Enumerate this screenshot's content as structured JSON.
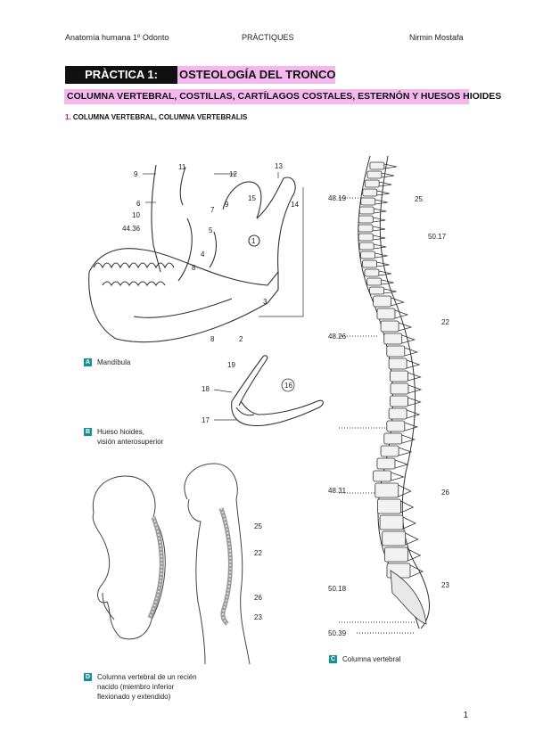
{
  "header": {
    "left": "Anatomía humana 1º Odonto",
    "center": "PRÀCTIQUES",
    "right": "Nirmin Mostafa"
  },
  "title": {
    "practice": "PRÀCTICA 1:",
    "topic": "OSTEOLOGÍA DEL TRONCO"
  },
  "subtitle": "COLUMNA VERTEBRAL, COSTILLAS, CARTÍLAGOS COSTALES, ESTERNÓN Y HUESOS HIOIDES",
  "section": {
    "number": "1.",
    "text": " COLUMNA VERTEBRAL, COLUMNA VERTEBRALIS"
  },
  "figures": {
    "mandible": {
      "letter": "A",
      "caption": "Mandíbula",
      "labels": [
        "9",
        "11",
        "12",
        "13",
        "15",
        "14",
        "6",
        "10",
        "44.36",
        "7",
        "9",
        "5",
        "1",
        "4",
        "8",
        "3",
        "8",
        "2"
      ]
    },
    "hyoid": {
      "letter": "B",
      "caption_line1": "Hueso hioides,",
      "caption_line2": "visión anterosuperior",
      "labels": [
        "19",
        "18",
        "17",
        "16"
      ]
    },
    "spine": {
      "letter": "C",
      "caption": "Columna vertebral",
      "labels_left": [
        "48.19",
        "48.26",
        "48.31",
        "50.18",
        "50.39"
      ],
      "labels_right": [
        "25",
        "50.17",
        "22",
        "26",
        "23"
      ]
    },
    "newborn": {
      "letter": "D",
      "caption_line1": "Columna vertebral de un recién",
      "caption_line2": "nacido (miembro inferior",
      "caption_line3": "flexionado y extendido)",
      "labels": [
        "25",
        "22",
        "26",
        "23"
      ]
    }
  },
  "page_number": "1"
}
